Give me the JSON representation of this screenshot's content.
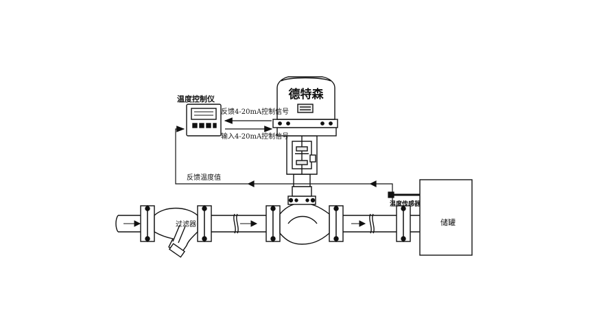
{
  "labels": {
    "controller_title": "温度控制仪",
    "feedback_signal": "反馈4-20mA控制信号",
    "input_signal": "输入4-20mA控制信号",
    "feedback_temperature": "反馈温度值",
    "filter": "过滤器",
    "temperature_sensor": "温度传感器",
    "storage_tank": "储罐",
    "actuator_brand": "德特森"
  },
  "colors": {
    "line": "#111111",
    "pipe_fill": "#ffffff",
    "accent_fill": "#e8e8e8"
  }
}
